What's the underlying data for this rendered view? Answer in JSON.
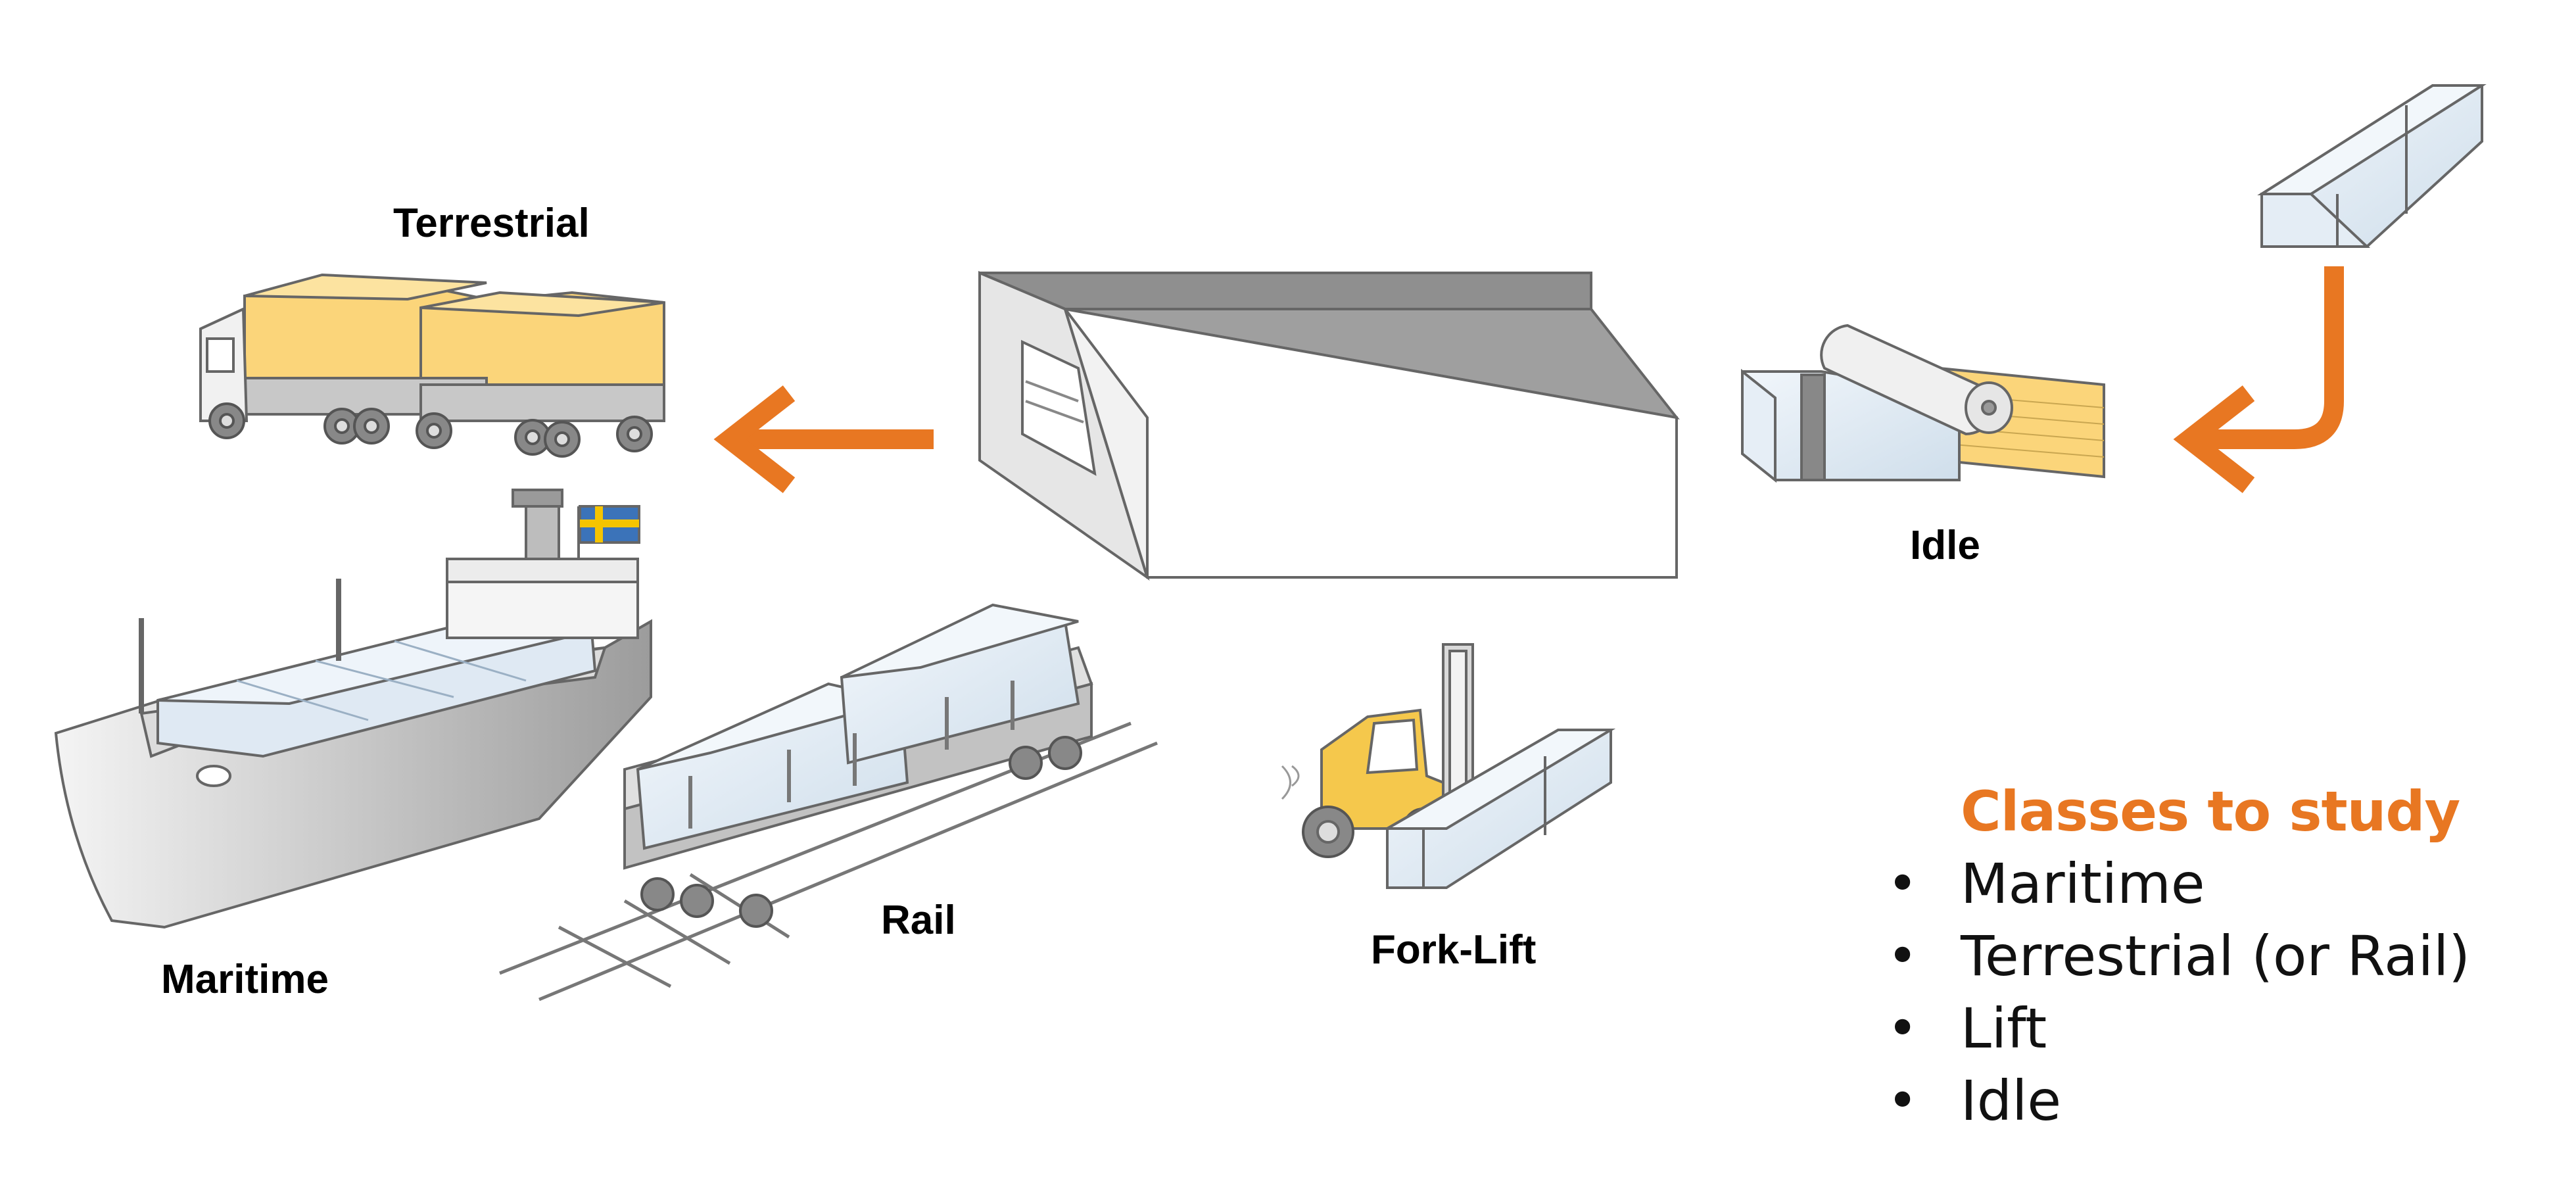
{
  "labels": {
    "terrestrial": "Terrestrial",
    "maritime": "Maritime",
    "rail": "Rail",
    "forklift": "Fork-Lift",
    "idle": "Idle"
  },
  "legend": {
    "title": "Classes to study",
    "items": [
      "Maritime",
      "Terrestrial (or Rail)",
      "Lift",
      "Idle"
    ]
  },
  "colors": {
    "accent_orange": "#E87722",
    "cargo_yellow": "#FBD57A",
    "package_blue": "#DCE8F2",
    "warehouse_grey": "#9A9A9A"
  }
}
